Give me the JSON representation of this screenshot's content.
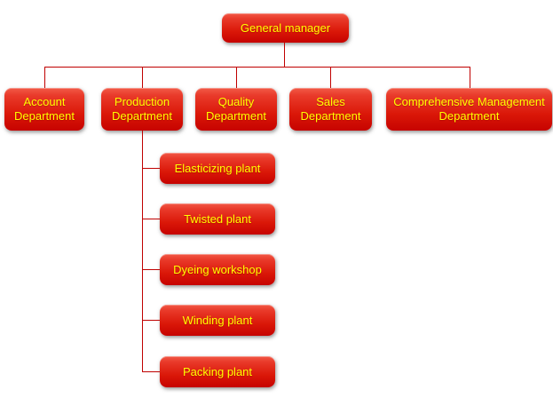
{
  "diagram": {
    "type": "org-chart",
    "root": {
      "label": "General manager"
    },
    "departments": [
      {
        "label": "Account Department"
      },
      {
        "label": "Production Department"
      },
      {
        "label": "Quality Department"
      },
      {
        "label": "Sales Department"
      },
      {
        "label": "Comprehensive Management Department"
      }
    ],
    "production_units": [
      {
        "label": "Elasticizing plant"
      },
      {
        "label": "Twisted plant"
      },
      {
        "label": "Dyeing workshop"
      },
      {
        "label": "Winding plant"
      },
      {
        "label": "Packing plant"
      }
    ],
    "colors": {
      "node_gradient_top": "#f25a47",
      "node_gradient_bottom": "#c60300",
      "node_text": "#ffff00",
      "connector": "#c00000",
      "background": "#ffffff"
    }
  }
}
